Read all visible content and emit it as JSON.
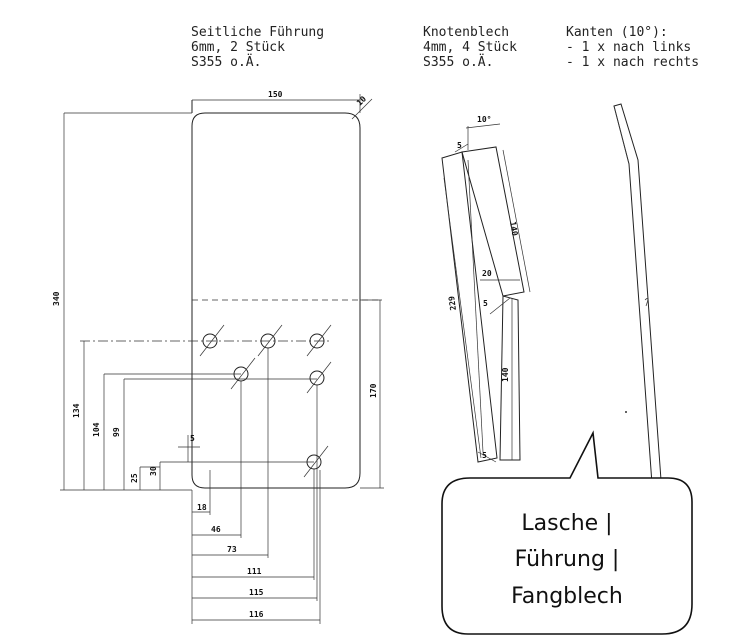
{
  "headers": {
    "seitliche": [
      "Seitliche Führung",
      "6mm, 2 Stück",
      "S355 o.Ä."
    ],
    "knoten": [
      "Knotenblech",
      "4mm, 4 Stück",
      "S355 o.Ä."
    ],
    "kanten": [
      "Kanten (10°):",
      "- 1 x nach links",
      "- 1 x nach rechts"
    ]
  },
  "dimensions": {
    "width_top": "150",
    "height_total": "340",
    "height_lower": "170",
    "h134": "134",
    "h104": "104",
    "h99": "99",
    "h30": "30",
    "h25": "25",
    "h5": "5",
    "w18": "18",
    "w46": "46",
    "w73": "73",
    "w111": "111",
    "w115": "115",
    "w116": "116",
    "radius": "10",
    "angle": "10°",
    "k140_top": "140",
    "k20": "20",
    "k5": "5",
    "k229": "229",
    "k140": "140"
  },
  "callout": {
    "lines": [
      "Lasche |",
      "Führung |",
      "Fangblech"
    ]
  }
}
